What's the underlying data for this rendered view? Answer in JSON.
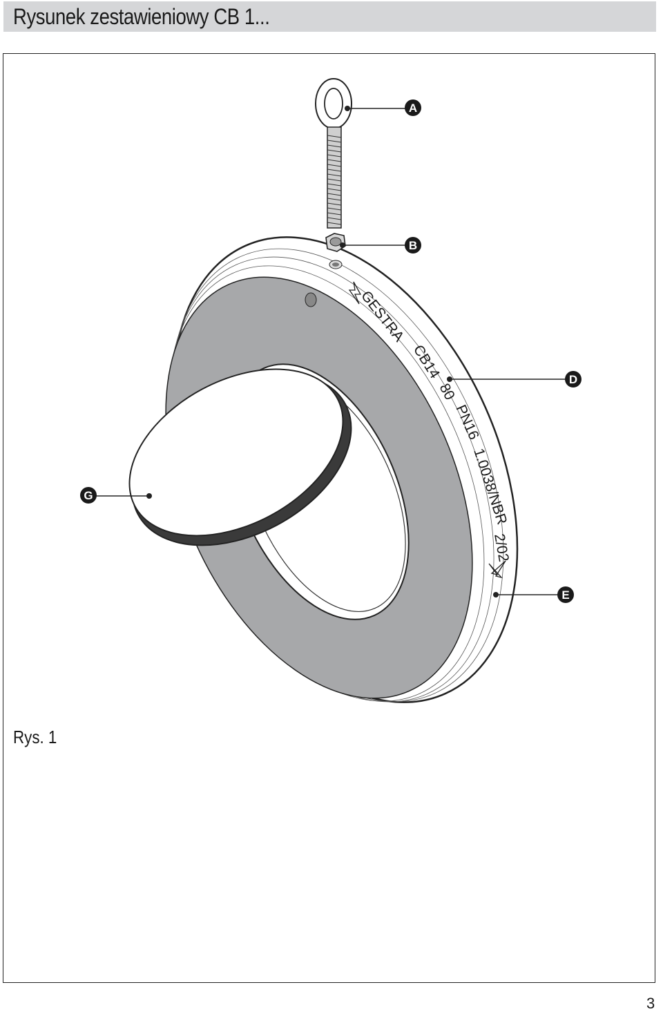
{
  "header": {
    "title": "Rysunek zestawieniowy CB 1..."
  },
  "figure": {
    "caption": "Rys. 1",
    "callouts": [
      "A",
      "B",
      "D",
      "E",
      "G"
    ],
    "valve_markings": [
      "GESTRA",
      "CB14",
      "80",
      "PN16",
      "1.0038/NBR",
      "2/02"
    ]
  },
  "page_number": "3",
  "colors": {
    "header_bg": "#d5d6d8",
    "face_gray": "#a7a8aa",
    "outline": "#222222"
  }
}
